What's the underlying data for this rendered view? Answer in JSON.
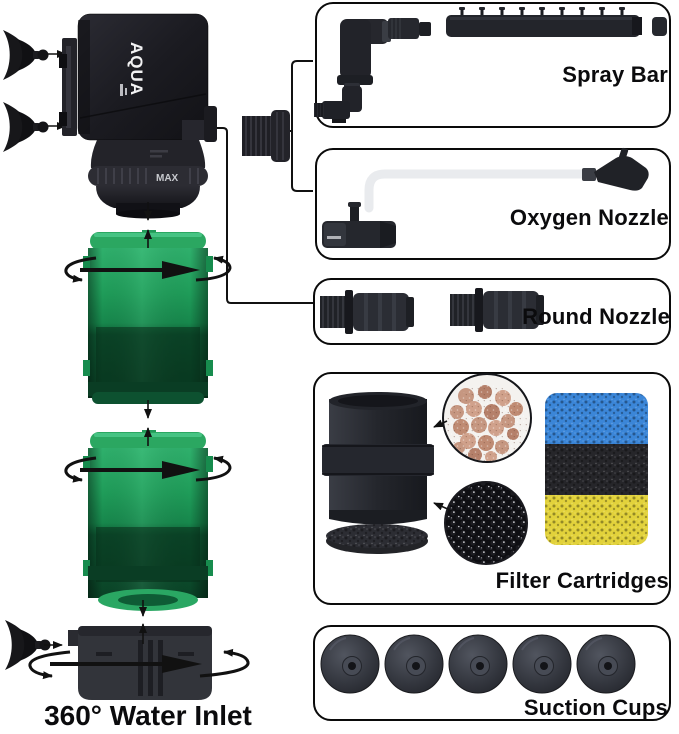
{
  "diagram": {
    "brand_logo": "AQUA",
    "pump_max_marking": "MAX",
    "caption": "360° Water Inlet",
    "callouts": {
      "spray_bar": {
        "label": "Spray Bar",
        "nozzle_count": 9
      },
      "oxygen_nozzle": {
        "label": "Oxygen Nozzle"
      },
      "round_nozzle": {
        "label": "Round Nozzle",
        "piece_count": 2
      },
      "filter_cartridges": {
        "label": "Filter Cartridges",
        "media_icons": [
          "ceramic-ball-media-photo",
          "bio-ball-media-photo",
          "sponge-stack"
        ],
        "sponge_colors": [
          "#3b86d8",
          "#26262a",
          "#e2d23b"
        ]
      },
      "suction_cups": {
        "label": "Suction Cups",
        "count": 5
      }
    },
    "left_assembly_icons": [
      "suction-cup-pair",
      "pump-head",
      "outlet-adapter",
      "filter-cartridge-green",
      "filter-cartridge-green",
      "water-inlet-cage"
    ],
    "colors": {
      "background": "#ffffff",
      "outline": "#111111",
      "cartridge_green": "#1d8f52",
      "part_dark": "#222329",
      "tube_white": "#e9ebee"
    }
  }
}
